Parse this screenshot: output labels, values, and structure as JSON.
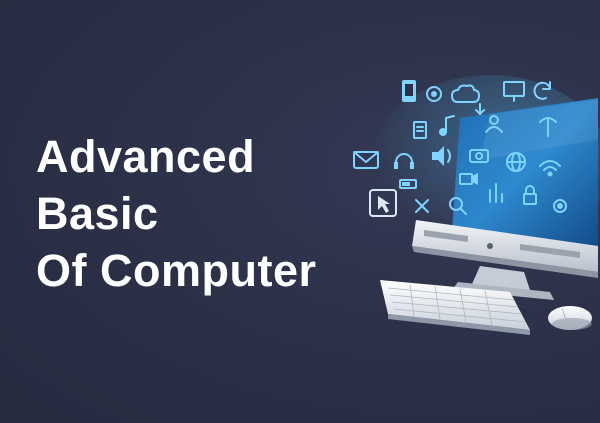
{
  "headline": {
    "line1": "Advanced",
    "line2": "Basic",
    "line3": "Of Computer"
  },
  "colors": {
    "background": "#2b3047",
    "text": "#ffffff",
    "accent": "#4fc3f7"
  },
  "icons": [
    "mobile-phone-icon",
    "settings-icon",
    "music-note-icon",
    "cloud-icon",
    "download-icon",
    "user-icon",
    "monitor-icon",
    "refresh-icon",
    "antenna-icon",
    "envelope-icon",
    "headphones-icon",
    "battery-icon",
    "speaker-icon",
    "chart-icon",
    "camera-icon",
    "wifi-icon",
    "globe-icon",
    "cursor-icon",
    "tools-icon",
    "search-icon",
    "document-icon",
    "lock-icon",
    "video-icon",
    "gear-icon"
  ]
}
